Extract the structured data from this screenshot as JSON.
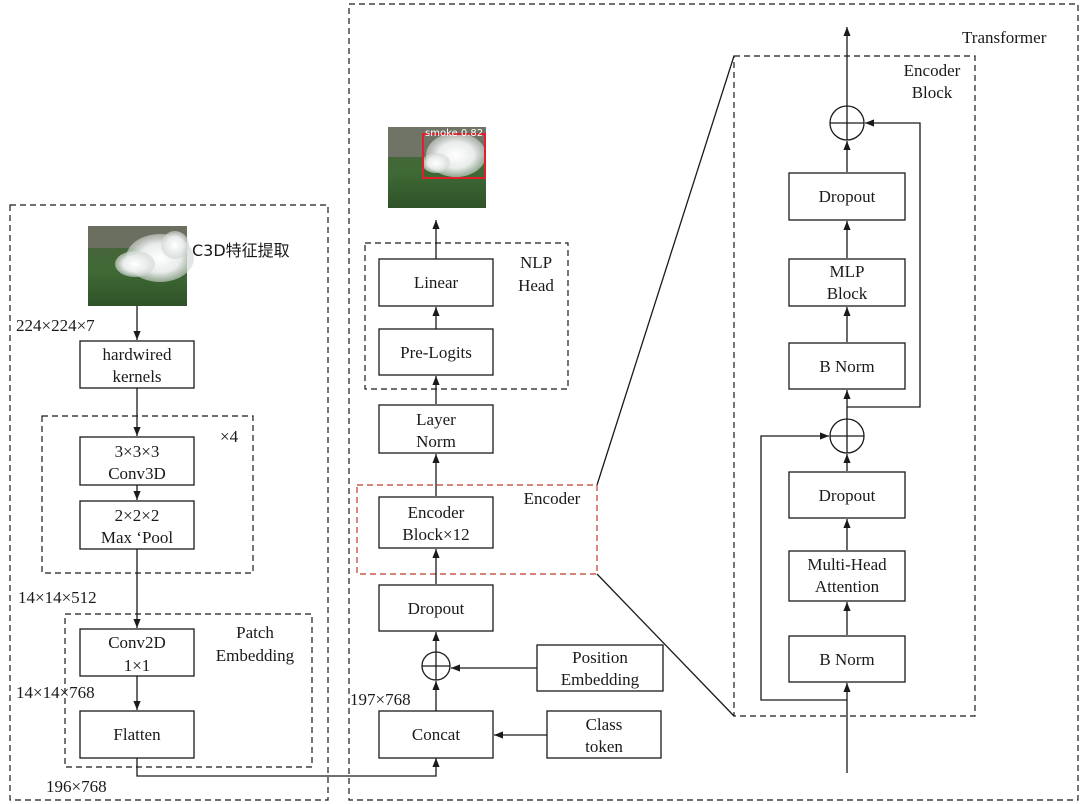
{
  "c3d": {
    "title": "C3D特征提取",
    "dim_input": "224×224×7",
    "hardwired": [
      "hardwired",
      "kernels"
    ],
    "repeat": "×4",
    "conv3d": [
      "3×3×3",
      "Conv3D"
    ],
    "maxpool": [
      "2×2×2",
      "Max ‘Pool"
    ],
    "dim_features": "14×14×512",
    "patch_embedding_label": [
      "Patch",
      "Embedding"
    ],
    "conv2d": [
      "Conv2D",
      "1×1"
    ],
    "dim_conv2d": "14×14×768",
    "flatten": "Flatten",
    "dim_flatten": "196×768"
  },
  "transformer": {
    "title": "Transformer",
    "detection_label": "smoke 0.82",
    "nlp_head_label": [
      "NLP",
      "Head"
    ],
    "linear": "Linear",
    "pre_logits": "Pre-Logits",
    "layer_norm": [
      "Layer",
      "Norm"
    ],
    "encoder_label": "Encoder",
    "encoder_block": [
      "Encoder",
      "Block×12"
    ],
    "dropout": "Dropout",
    "position_embedding": [
      "Position",
      "Embedding"
    ],
    "dim_concat": "197×768",
    "concat": "Concat",
    "class_token": [
      "Class",
      "token"
    ]
  },
  "encoder_block_detail": {
    "title": [
      "Encoder",
      "Block"
    ],
    "dropout_top": "Dropout",
    "mlp_block": [
      "MLP",
      "Block"
    ],
    "bnorm_top": "B Norm",
    "dropout_mid": "Dropout",
    "mha": [
      "Multi-Head",
      "Attention"
    ],
    "bnorm_bottom": "B Norm"
  },
  "colors": {
    "line": "#1a1a1a",
    "encoder_highlight": "#c0392b",
    "detection_box": "#e0202a"
  }
}
